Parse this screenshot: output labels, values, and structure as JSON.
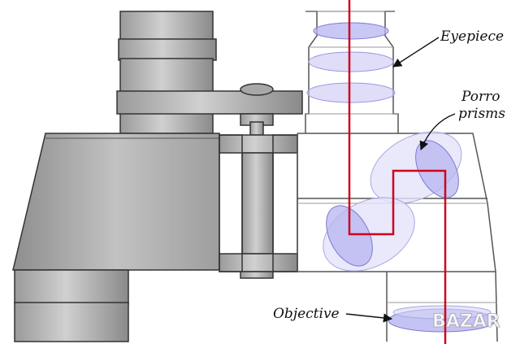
{
  "labels": {
    "eyepiece": "Eyepiece",
    "porro_line1": "Porro",
    "porro_line2": "prisms",
    "objective": "Objective"
  },
  "watermark": "BAZAR",
  "colors": {
    "metal_dark": "#8c8c8c",
    "metal_mid": "#b4b4b4",
    "metal_light": "#d6d6d6",
    "outline": "#333333",
    "lens_fill": "#b7b4f0",
    "light_path": "#d0021b"
  }
}
